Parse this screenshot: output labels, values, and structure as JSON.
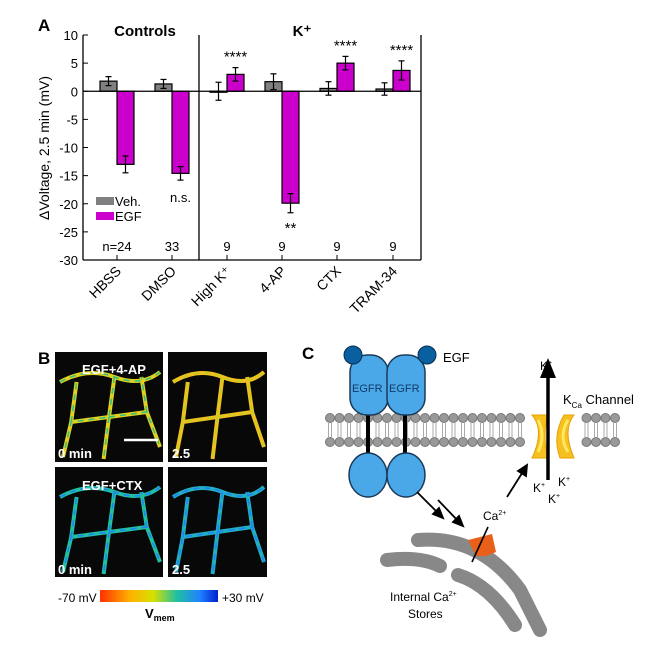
{
  "panels": {
    "a": "A",
    "b": "B",
    "c": "C"
  },
  "chart_data": {
    "type": "bar",
    "ylabel": "ΔVoltage, 2.5 min (mV)",
    "ylim": [
      -30,
      10
    ],
    "yticks": [
      10,
      5,
      0,
      -5,
      -10,
      -15,
      -20,
      -25,
      -30
    ],
    "groups": [
      {
        "label": "Controls"
      },
      {
        "label": "K⁺"
      }
    ],
    "categories": [
      "HBSS",
      "DMSO",
      "High K⁺",
      "4-AP",
      "CTX",
      "TRAM-34"
    ],
    "n_labels": [
      "n=24",
      "33",
      "9",
      "9",
      "9",
      "9"
    ],
    "series": [
      {
        "name": "Veh.",
        "color": "#808080",
        "values": [
          1.8,
          1.3,
          0.0,
          1.7,
          0.5,
          0.4
        ],
        "errors": [
          0.8,
          0.8,
          1.6,
          1.4,
          1.2,
          1.1
        ]
      },
      {
        "name": "EGF",
        "color": "#cc00cc",
        "values": [
          -13.0,
          -14.6,
          3.0,
          -19.9,
          5.0,
          3.7
        ],
        "errors": [
          1.5,
          1.2,
          1.2,
          1.7,
          1.2,
          1.7
        ]
      }
    ],
    "annotations": [
      "",
      "n.s.",
      "****",
      "**",
      "****",
      "****"
    ],
    "legend": "bottom-left"
  },
  "panel_b": {
    "labels": [
      "EGF+4-AP",
      "EGF+CTX"
    ],
    "times": [
      "0 min",
      "2.5",
      "0 min",
      "2.5"
    ],
    "colorbar": {
      "min": "-70 mV",
      "max": "+30 mV",
      "label": "V",
      "label_sub": "mem"
    }
  },
  "panel_c": {
    "egf": "EGF",
    "egfr": "EGFR",
    "k": "K",
    "plus": "+",
    "kca": "K",
    "kca_sub": "Ca",
    "channel": " Channel",
    "ca": "Ca",
    "ca_sup": "2+",
    "stores_line1": "Internal Ca",
    "stores_sup": "2+",
    "stores_line2": "Stores"
  }
}
